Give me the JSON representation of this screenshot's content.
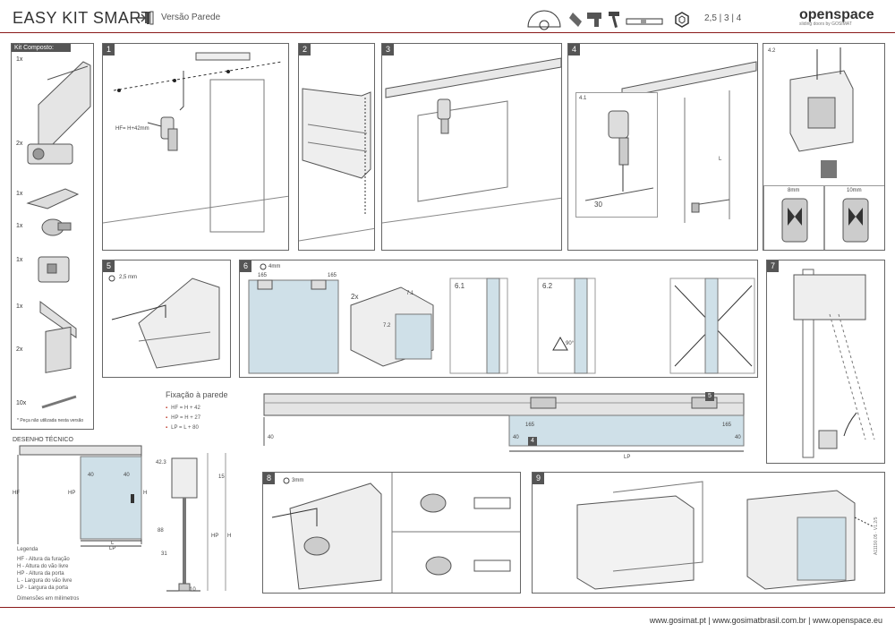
{
  "header": {
    "title": "EASY KIT SMART",
    "subtitle": "Versão Parede",
    "hex_sizes": "2,5 | 3 | 4",
    "brand": "openspace",
    "brand_tagline": "sliding doors by GOSIMAT"
  },
  "kit": {
    "title": "Kit Composto:",
    "items": [
      "1x",
      "2x",
      "1x",
      "1x",
      "1x",
      "1x",
      "2x",
      "10x"
    ],
    "note": "* Peça não utilizada nesta versão"
  },
  "steps": {
    "s1": "1",
    "s1_label": "HF= H+42mm",
    "s2": "2",
    "s3": "3",
    "s4": "4",
    "s41": "4.1",
    "s41_dim": "30",
    "s41_l": "L",
    "s42": "4.2",
    "s42_a": "8mm",
    "s42_b": "10mm",
    "s5": "5",
    "s5_tool": "2,5 mm",
    "s6": "6",
    "s6_tool": "4mm",
    "s6_dim": "165",
    "s6_dim2": "165",
    "s6_qty": "2x",
    "s6_71": "7.1",
    "s6_72": "7.2",
    "s61": "6.1",
    "s62": "6.2",
    "s62_angle": "90°",
    "s7": "7",
    "s8": "8",
    "s8_tool": "3mm",
    "s9": "9"
  },
  "fixacao": {
    "title": "Fixação à parede",
    "lines": [
      "HF = H + 42",
      "HP = H + 27",
      "LP = L + 80"
    ]
  },
  "track": {
    "d40a": "40",
    "d165a": "165",
    "d40b": "40",
    "d165b": "165",
    "d40c": "40",
    "lp": "LP",
    "label4": "4",
    "label5": "5"
  },
  "technical": {
    "title": "DESENHO TÉCNICO",
    "hf": "HF",
    "hp": "HP",
    "h": "H",
    "d40a": "40",
    "d40b": "40",
    "l": "L",
    "lp": "LP",
    "legend_title": "Legenda",
    "legend": [
      "HF - Altura da furação",
      "H - Altura do vão livre",
      "HP - Altura da porta",
      "L - Largura do vão livre",
      "LP - Largura da porta"
    ],
    "units": "Dimensões em milímetros",
    "side_dims": [
      "42.3",
      "15",
      "88",
      "H",
      "HP",
      "31",
      "10"
    ]
  },
  "footer": {
    "links": "www.gosimat.pt | www.gosimatbrasil.com.br | www.openspace.eu",
    "code": "A11190.05 · V1.2/5"
  }
}
